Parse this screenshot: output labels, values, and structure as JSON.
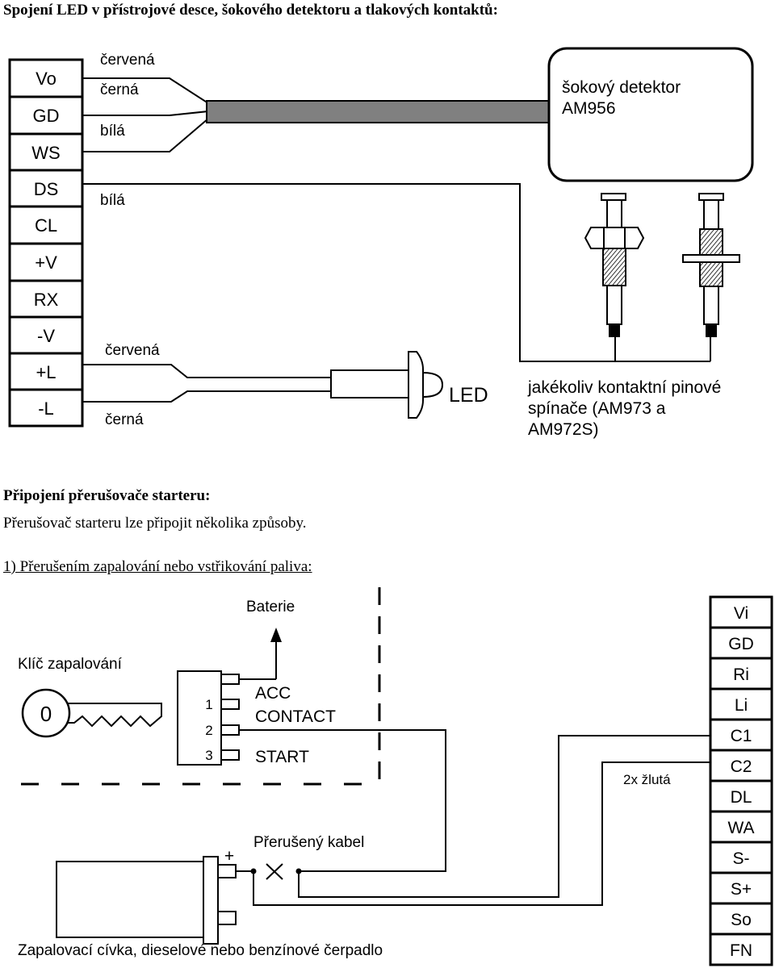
{
  "title": "Spojení LED v přístrojové desce, šokového detektoru a tlakových kontaktů:",
  "section2": {
    "heading": "Připojení přerušovače starteru:",
    "paragraph": "Přerušovač starteru lze připojit několika způsoby.",
    "step1": "1) Přerušením zapalování nebo vstřikování paliva:"
  },
  "diagram1": {
    "terminals": [
      "Vo",
      "GD",
      "WS",
      "DS",
      "CL",
      "+V",
      "RX",
      "-V",
      "+L",
      "-L"
    ],
    "wire_labels": {
      "red1": "červená",
      "black1": "černá",
      "white1": "bílá",
      "white2": "bílá",
      "red2": "červená",
      "black2": "černá"
    },
    "detector": {
      "line1": "šokový detektor",
      "line2": "AM956"
    },
    "led_label": "LED",
    "switches": {
      "line1": "jakékoliv kontaktní pinové",
      "line2": "spínače (AM973 a",
      "line3": "AM972S)"
    }
  },
  "diagram2": {
    "terminals": [
      "Vi",
      "GD",
      "Ri",
      "Li",
      "C1",
      "C2",
      "DL",
      "WA",
      "S-",
      "S+",
      "So",
      "FN"
    ],
    "battery_label": "Baterie",
    "key_label": "Klíč zapalování",
    "key_symbol": "0",
    "switch_pins": [
      "1",
      "2",
      "3"
    ],
    "switch_labels": [
      "ACC",
      "CONTACT",
      "START"
    ],
    "yellow_label": "2x žlutá",
    "broken_cable_label": "Přerušený kabel",
    "plus_sign": "+",
    "coil_label": "Zapalovací cívka, dieselové nebo benzínové čerpadlo"
  }
}
